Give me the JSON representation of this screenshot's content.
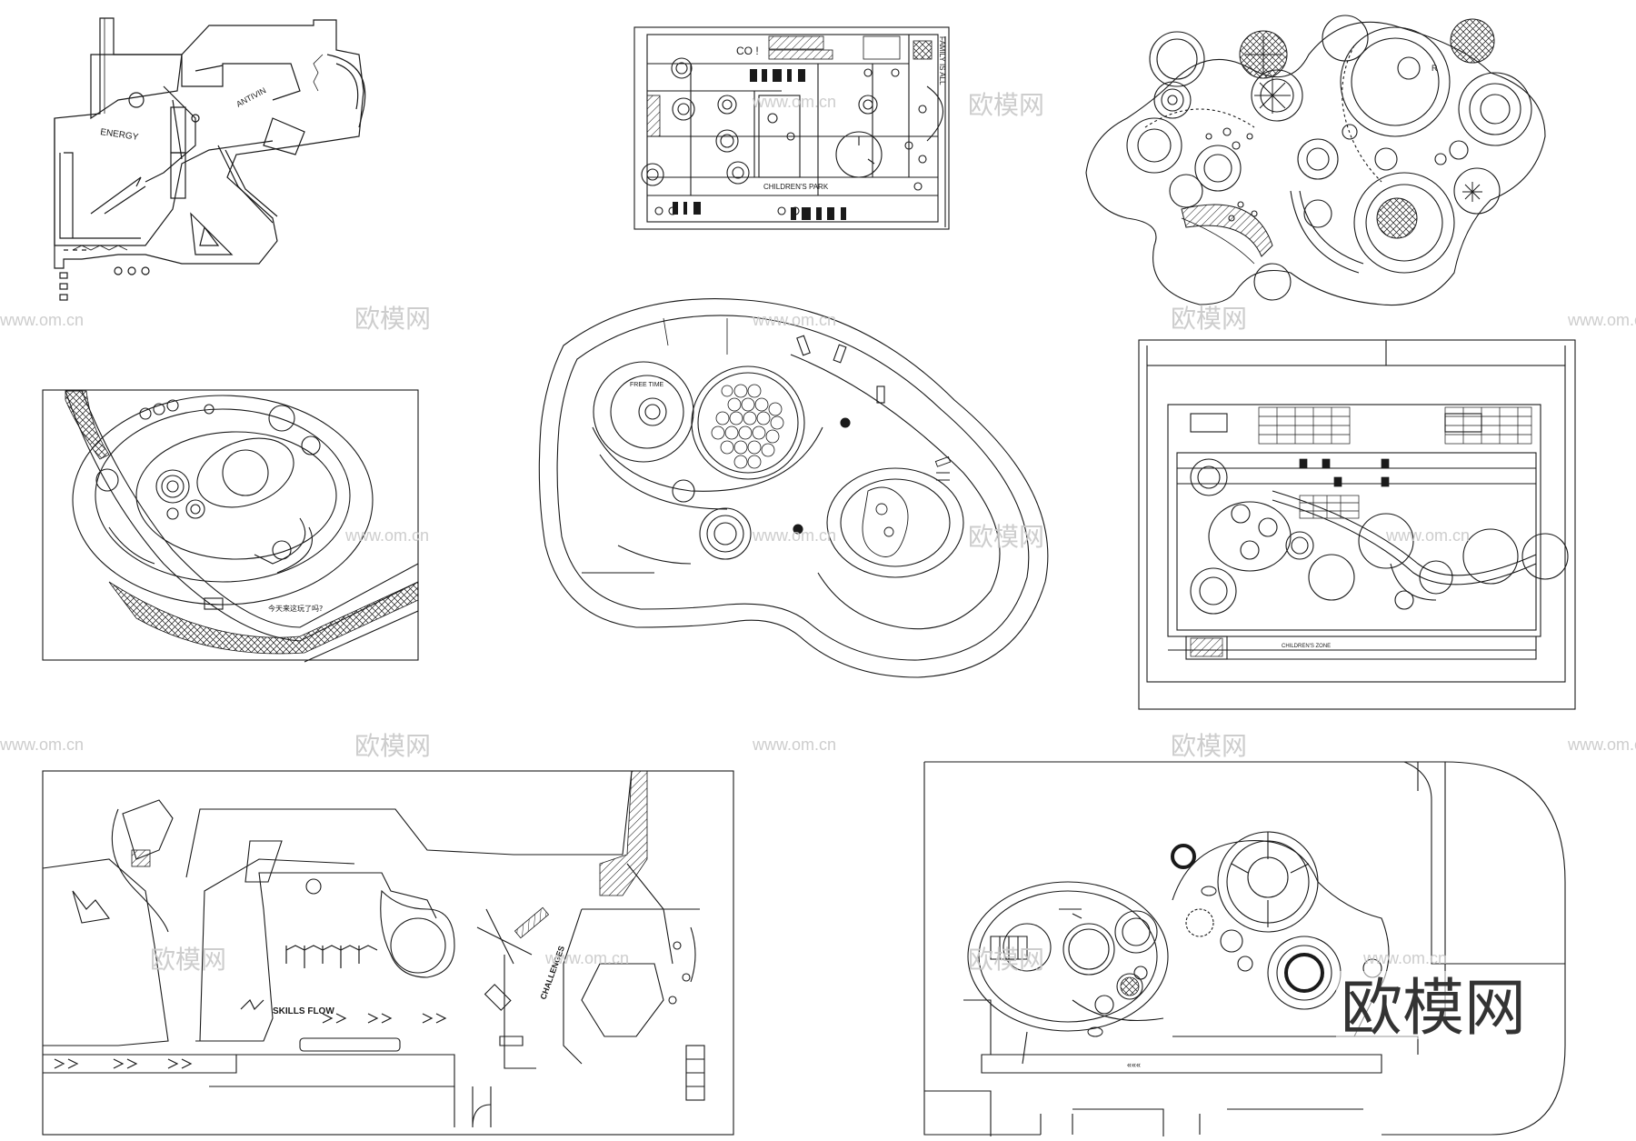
{
  "colors": {
    "line": "#1a1a1a",
    "background": "#ffffff",
    "watermark": "#c8c8c8",
    "watermark_main": "#333333"
  },
  "watermark": {
    "site": "www.om.cn",
    "brand": "欧模网",
    "brand_large": "欧模网"
  },
  "plan_a": {
    "label_1": "ENERGY",
    "label_2": "ANTIVIN"
  },
  "plan_b": {
    "label_1": "CO !",
    "label_2": "FAMILY IS ALL",
    "label_3": "CHILDREN'S PARK"
  },
  "plan_c": {
    "label_1": "R"
  },
  "plan_d": {
    "label_1": "今天来这玩了吗?"
  },
  "plan_e": {
    "label_1": "FREE TIME"
  },
  "plan_f": {
    "label_1": "CHILDREN'S ZONE"
  },
  "plan_g": {
    "label_1": "SKILLS FLOW",
    "label_2": "CHALLENGES"
  },
  "plan_h": {
    "label_1": "«««"
  }
}
